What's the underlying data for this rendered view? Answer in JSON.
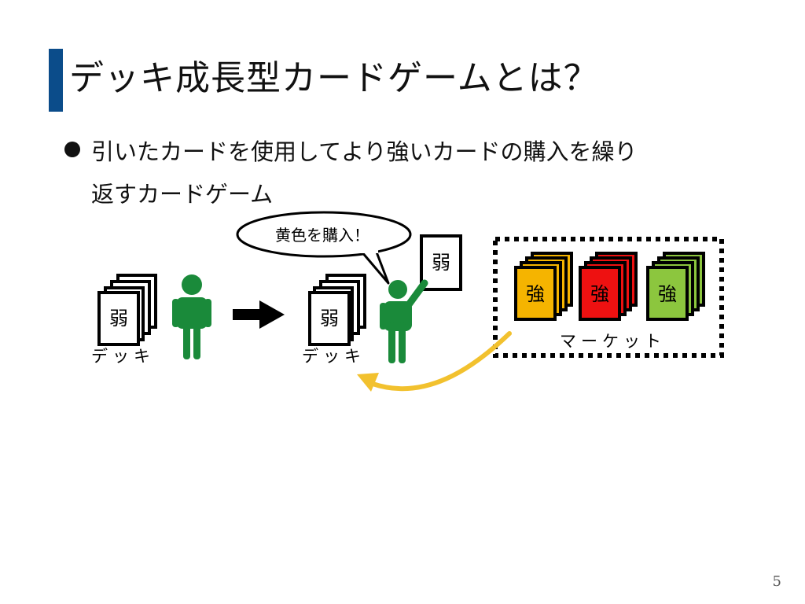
{
  "slide": {
    "title": "デッキ成長型カードゲームとは？",
    "bullet_line1": "引いたカードを使用してより強いカードの購入を繰り",
    "bullet_line2": "返すカードゲーム",
    "page_number": "5"
  },
  "diagram": {
    "deck_card_label": "弱",
    "deck_label": "デッキ",
    "held_card_label": "弱",
    "speech": "黄色を購入！",
    "market_label": "マーケット",
    "market_cards": [
      {
        "label": "強",
        "color": "#f5b400"
      },
      {
        "label": "強",
        "color": "#ee1111"
      },
      {
        "label": "強",
        "color": "#8cc63e"
      }
    ]
  },
  "colors": {
    "accent": "#0b4c8a",
    "person": "#1a8a3a",
    "return_arrow": "#f2c12e"
  },
  "icons": [
    "person-icon",
    "person-pointing-icon",
    "right-arrow-icon",
    "curved-arrow-icon",
    "speech-bubble-icon"
  ]
}
